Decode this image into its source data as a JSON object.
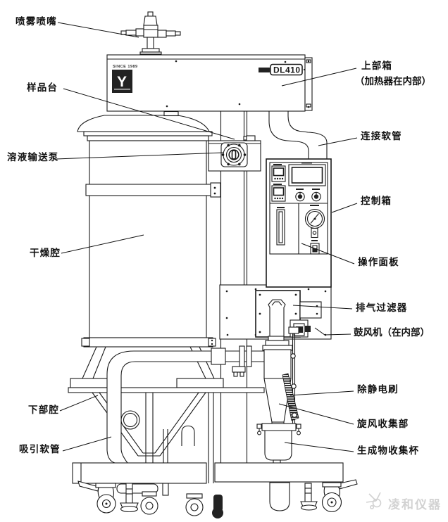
{
  "diagram": {
    "title_note": "spray dryer labeled diagram",
    "model": "DL410",
    "brand_since": "SINCE 1989",
    "brand_letter": "Y",
    "watermark": "凌和仪器",
    "colors": {
      "line": "#1a1a1a",
      "background": "#ffffff",
      "watermark": "#d2d2d2"
    },
    "labels": {
      "spray_nozzle": "喷雾喷嘴",
      "sample_stage": "样品台",
      "solution_pump": "溶液输送泵",
      "drying_chamber": "干燥腔",
      "lower_chamber": "下部腔",
      "suction_hose": "吸引软管",
      "upper_box_line1": "上部箱",
      "upper_box_line2": "（加热器在内部）",
      "connecting_hose": "连接软管",
      "control_box": "控制箱",
      "operation_panel": "操作面板",
      "exhaust_filter": "排气过滤器",
      "blower": "鼓风机（在内部）",
      "antistatic_brush": "除静电刷",
      "cyclone_collector": "旋风收集部",
      "product_cup": "生成物收集杯"
    }
  }
}
